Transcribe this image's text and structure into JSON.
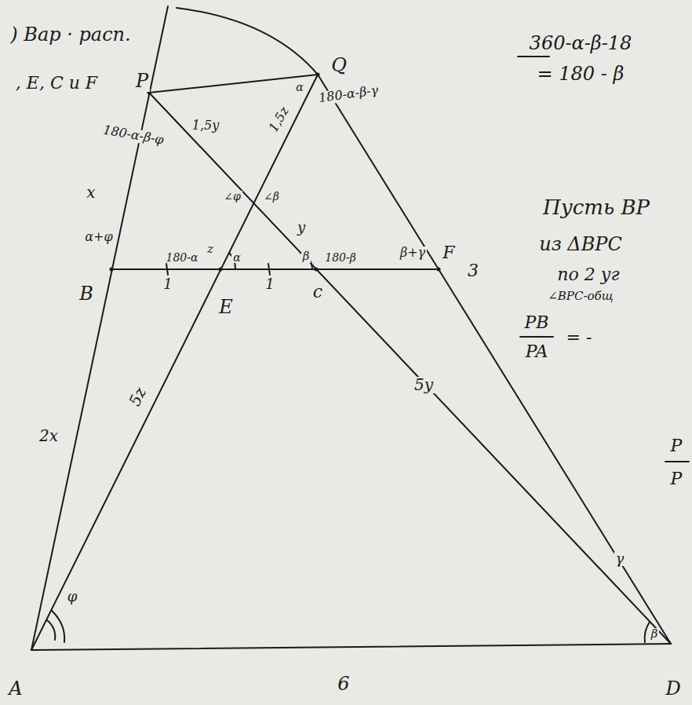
{
  "diagram": {
    "labels": [
      ") Вар · расп.",
      ", E, C и F",
      "P",
      "Q",
      "180-α-β-γ",
      "1,5z",
      "α",
      "180-α-β-φ",
      "1,5y",
      "x",
      "α+φ",
      "z",
      "180-α",
      "α",
      "β",
      "180-β",
      "β+γ",
      "F",
      "y",
      "∠φ",
      "∠β",
      "B",
      "1",
      "E",
      "1",
      "c",
      "3",
      "5z",
      "5y",
      "2x",
      "φ",
      "γ",
      "β",
      "A",
      "6",
      "D",
      "360-α-β-18",
      "= 180 - β",
      "Пусть BP",
      "из ΔBPC",
      "по 2 уг",
      "∠BPC-общ",
      "PB",
      "PA",
      "= -",
      "P",
      "P"
    ]
  }
}
